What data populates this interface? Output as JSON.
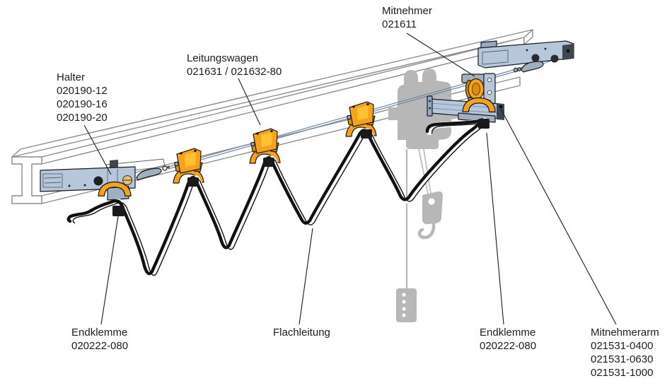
{
  "labels": {
    "halter": {
      "lines": [
        "Halter",
        "020190-12",
        "020190-16",
        "020190-20"
      ]
    },
    "leitungswagen": {
      "lines": [
        "Leitungswagen",
        "021631 / 021632-80"
      ]
    },
    "mitnehmer": {
      "lines": [
        "Mitnehmer",
        "021611"
      ]
    },
    "endklemme_left": {
      "lines": [
        "Endklemme",
        "020222-080"
      ]
    },
    "flachleitung": {
      "lines": [
        "Flachleitung"
      ]
    },
    "endklemme_right": {
      "lines": [
        "Endklemme",
        "020222-080"
      ]
    },
    "mitnehmerarm": {
      "lines": [
        "Mitnehmerarm",
        "021531-0400",
        "021531-0630",
        "021531-1000"
      ]
    }
  },
  "colors": {
    "label_text": "#1d1d1b",
    "trolley_yellow": "#F5A31C",
    "trolley_yellow_light": "#FFC230",
    "trolley_yellow_dark": "#DF8E04",
    "steel_blue": "#b6c6db",
    "steel_blue_dark": "#93a9c4",
    "steel_blue_light": "#d6e0ec",
    "hardware_gray": "#9fb0c0",
    "outline_black": "#1a1a1a",
    "beam_gray": "#8c8c8c",
    "wire_blue_gray": "#6e87a2",
    "ghost_gray": "#b7b7b7",
    "cable_black": "#111111",
    "background": "#ffffff"
  }
}
